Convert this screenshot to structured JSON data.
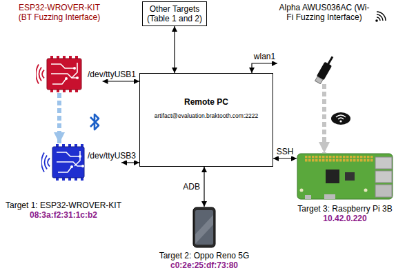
{
  "diagram": {
    "nodes": [
      {
        "text": [
          "ESP32-WROVER-KIT (BT Fuzzing Interface)"
        ]
      },
      {
        "text": [
          "Other Targets (Table 1 and 2)"
        ]
      },
      {
        "text": [
          "Alpha AWUS036AC (Wi-Fi Fuzzing Interface)"
        ]
      },
      {
        "text": [
          "Remote PC",
          "artifact@evaluation.braktooth.com:2222"
        ]
      },
      {
        "text": [
          "Target 1: ESP32-WROVER-KIT",
          "08:3a:f2:31:1c:b2"
        ]
      },
      {
        "text": [
          "Target 3: Raspberry Pi 3B",
          "10.42.0.220"
        ]
      },
      {
        "text": [
          "Target 2: Oppo Reno 5G",
          "c0:2e:25:df:73:80"
        ]
      }
    ],
    "edges": [
      {
        "from": 1,
        "to": 3,
        "arrow": "both"
      },
      {
        "from": 0,
        "to": 3,
        "label": "/dev/ttyUSB1",
        "arrow": "both"
      },
      {
        "from": 2,
        "to": 3,
        "label": "wlan1",
        "arrow": "both"
      },
      {
        "from": 0,
        "to": 4,
        "arrow": "to"
      },
      {
        "from": 4,
        "to": 3,
        "label": "/dev/ttyUSB3",
        "arrow": "both"
      },
      {
        "from": 3,
        "to": 6,
        "label": "ADB",
        "arrow": "both"
      },
      {
        "from": 3,
        "to": 5,
        "label": "SSH",
        "arrow": "both"
      },
      {
        "from": 2,
        "to": 5,
        "arrow": "to"
      }
    ]
  }
}
